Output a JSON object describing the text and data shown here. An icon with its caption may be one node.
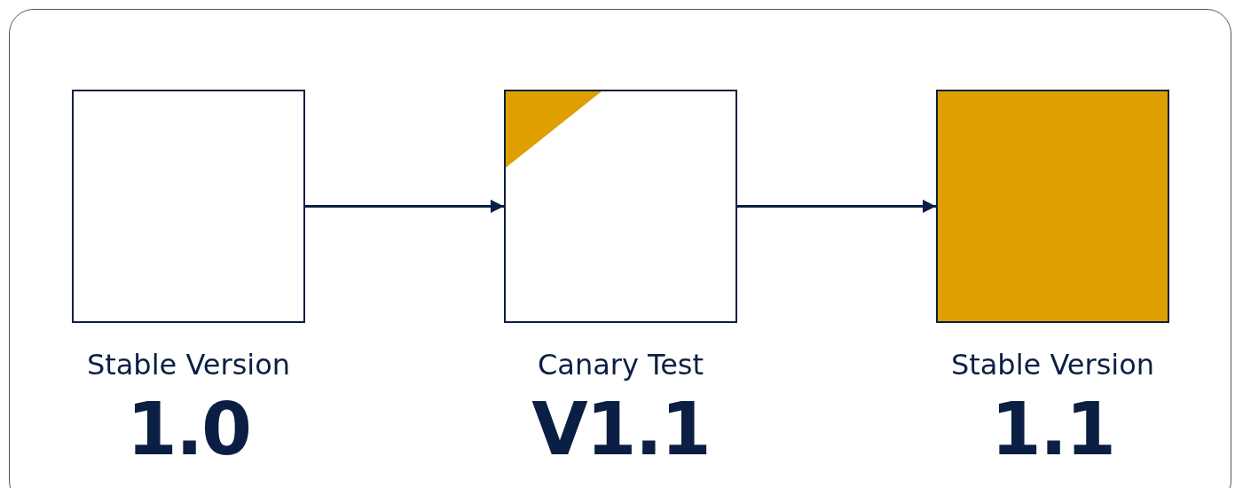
{
  "diagram": {
    "nodes": [
      {
        "text": [
          "Stable Version",
          "1.0"
        ]
      },
      {
        "text": [
          "Canary Test",
          "V1.1"
        ]
      },
      {
        "text": [
          "Stable Version",
          "1.1"
        ]
      }
    ],
    "edges": [
      {
        "from": 0,
        "to": 1,
        "arrow": "to"
      },
      {
        "from": 1,
        "to": 2,
        "arrow": "to"
      }
    ]
  }
}
